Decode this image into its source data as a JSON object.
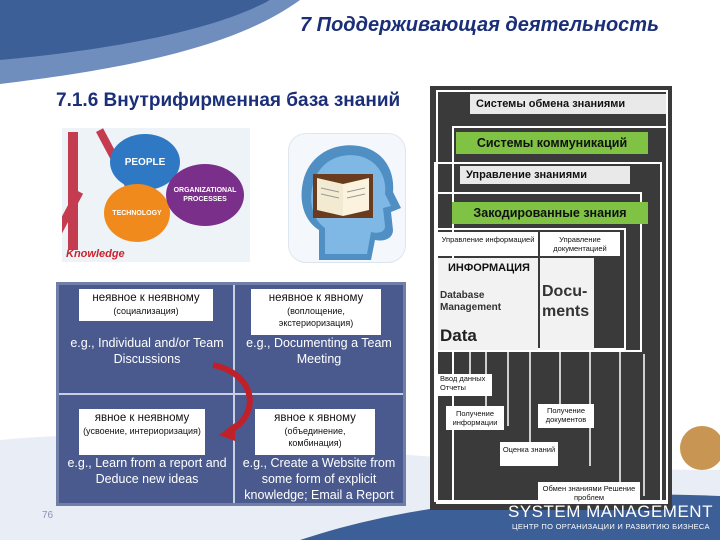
{
  "header": {
    "section_title": "7 Поддерживающая  деятельность",
    "slide_title": "7.1.6 Внутрифирменная база знаний"
  },
  "knowledge_image": {
    "people": "PEOPLE",
    "technology": "TECHNOLOGY",
    "organizational": "ORGANIZATIONAL PROCESSES",
    "caption": "Knowledge",
    "colors": {
      "people": "#2f78c4",
      "technology": "#f18a1c",
      "organizational": "#7a2f8a",
      "k_letter": "#c43c4f"
    }
  },
  "matrix": {
    "cells": [
      {
        "label": "неявное к неявному",
        "sub": "(социализация)",
        "example": "e.g., Individual and/or Team Discussions"
      },
      {
        "label": "неявное к  явному",
        "sub": "(воплощение, экстериоризация)",
        "example": "e.g., Documenting a Team Meeting"
      },
      {
        "label": "явное к неявному",
        "sub": "(усвоение, интериоризация)",
        "example": "e.g., Learn from a report and Deduce new ideas"
      },
      {
        "label": "явное к  явному",
        "sub": "(объединение, комбинация)",
        "example": "e.g., Create a Website from some form of explicit knowledge; Email a Report"
      }
    ],
    "colors": {
      "background": "#4a5a8e",
      "arrow": "#c0202a"
    }
  },
  "diagram": {
    "level1": "Системы обмена знаниями",
    "level2": "Системы коммуникаций",
    "level3": "Управление знаниями",
    "level4": "Закодированные знания",
    "mgmt_info": "Управление информацией",
    "mgmt_docs": "Управление документацией",
    "info_label": "ИНФОРМАЦИЯ",
    "database": "Database Management",
    "data": "Data",
    "documents": "Docu- ments",
    "input_reports": "Ввод данных Отчеты",
    "get_info": "Получение информации",
    "get_docs": "Получение документов",
    "assess": "Оценка знаний",
    "exchange": "Обмен знаниями Решение проблем",
    "colors": {
      "green": "#7fc244",
      "dark": "#3a3a3a"
    }
  },
  "footer": {
    "page_number": "76",
    "brand": "SYSTEM MANAGEMENT",
    "brand_sub": "ЦЕНТР ПО ОРГАНИЗАЦИИ И РАЗВИТИЮ БИЗНЕСА"
  }
}
